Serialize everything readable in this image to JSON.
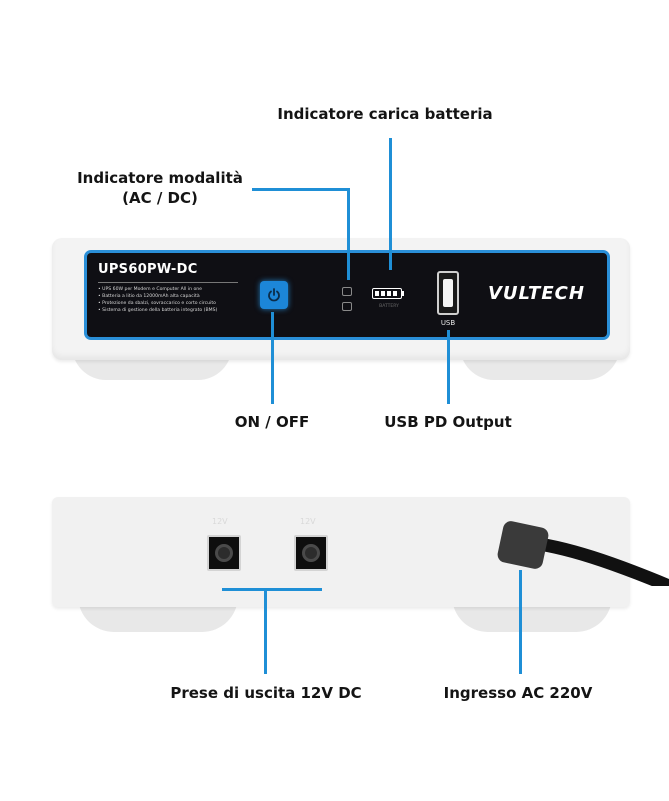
{
  "callouts": {
    "battery_indicator": "Indicatore carica batteria",
    "mode_indicator_line1": "Indicatore modalità",
    "mode_indicator_line2": "(AC / DC)",
    "on_off": "ON / OFF",
    "usb_output": "USB PD Output",
    "dc_outputs": "Prese di uscita 12V DC",
    "ac_input": "Ingresso AC 220V"
  },
  "front_panel": {
    "model": "UPS60PW-DC",
    "specs": [
      "• UPS 60W per Modem e Computer All in one",
      "• Batteria a litio da 12000mAh alta capacità",
      "• Protezione da sbalzi, sovraccarico e corto circuito",
      "• Sistema di gestione della batteria integrato (BMS)"
    ],
    "battery_text": "BATTERY",
    "usb_label": "USB",
    "brand": "VULTECH"
  },
  "rear_panel": {
    "port1_label": "12V",
    "port2_label": "12V"
  },
  "colors": {
    "accent": "#1f8fd6",
    "panel": "#0f0f14",
    "body": "#f3f3f3"
  }
}
